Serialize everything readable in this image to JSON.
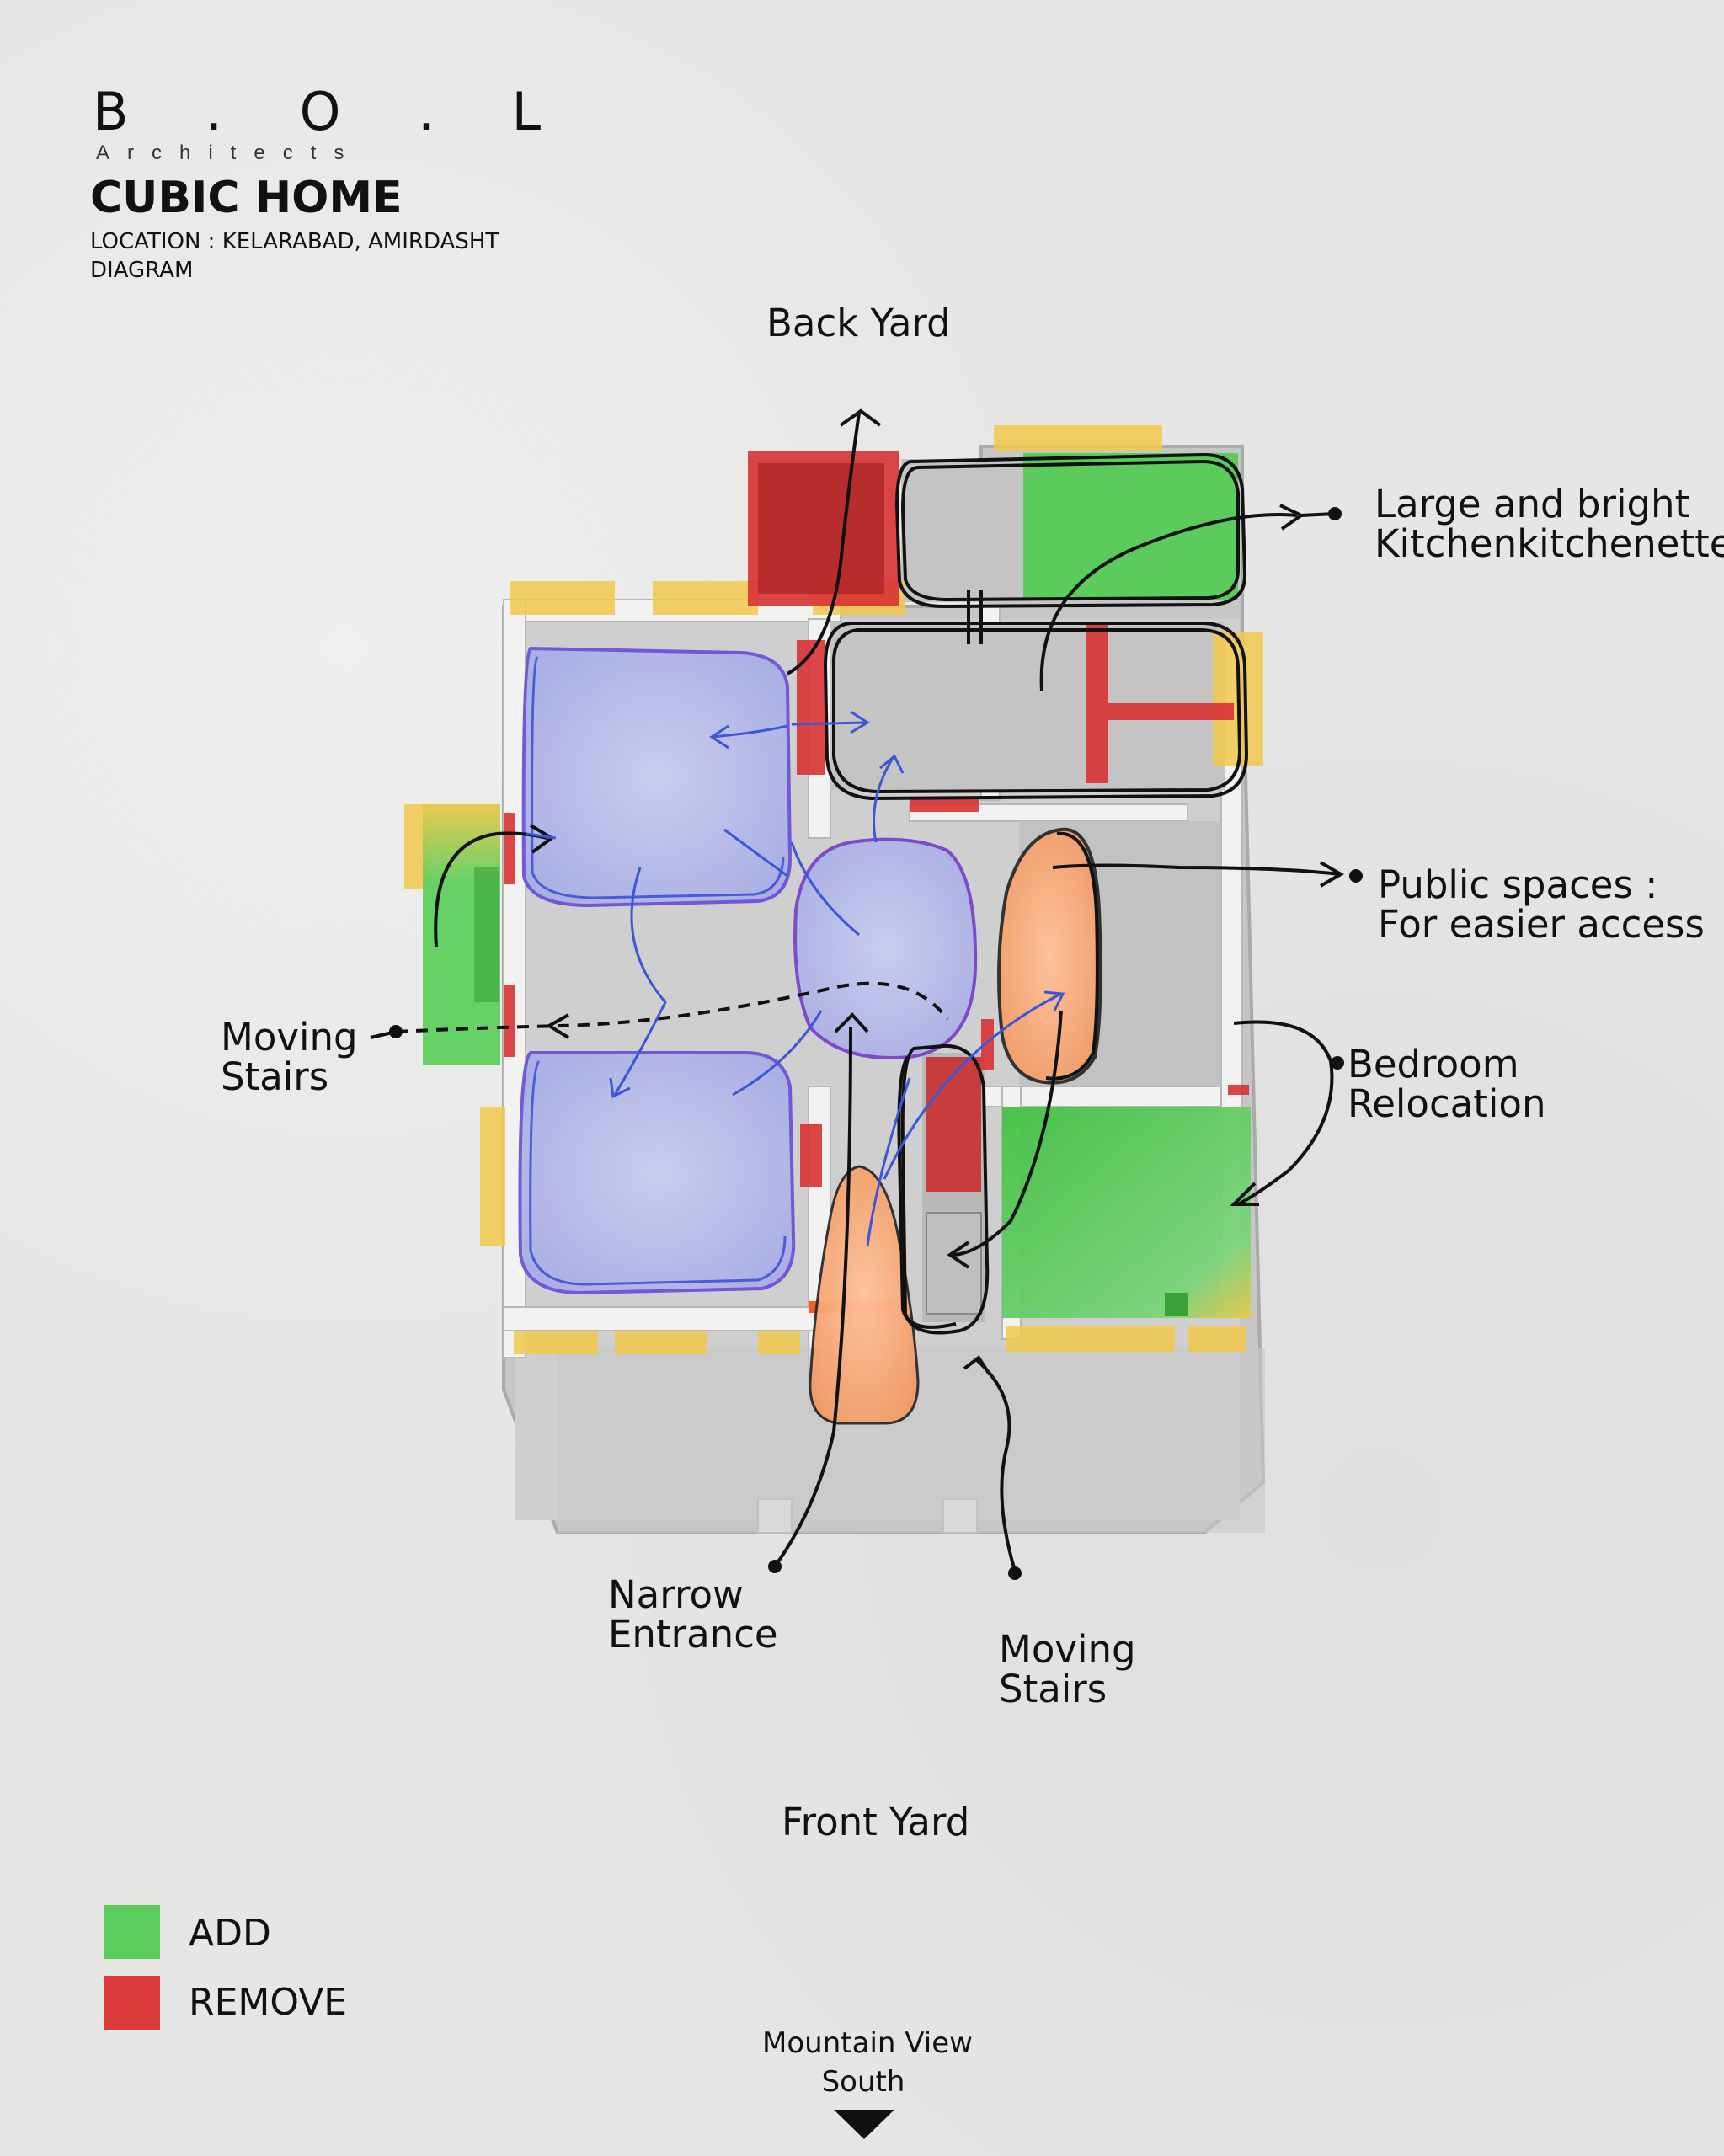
{
  "header": {
    "brand": "B . O . L",
    "brand_sub": "Architects",
    "project": "CUBIC HOME",
    "location": "LOCATION : KELARABAD, AMIRDASHT",
    "type": "DIAGRAM"
  },
  "labels": {
    "back_yard": "Back Yard",
    "front_yard": "Front Yard",
    "kitchen_line1": "Large and bright",
    "kitchen_line2": "Kitchenkitchenette",
    "public_line1": "Public spaces :",
    "public_line2": "For easier access",
    "bedroom_line1": "Bedroom",
    "bedroom_line2": "Relocation",
    "stairs_left_line1": "Moving",
    "stairs_left_line2": "Stairs",
    "entrance_line1": "Narrow",
    "entrance_line2": "Entrance",
    "stairs_bottom_line1": "Moving",
    "stairs_bottom_line2": "Stairs"
  },
  "legend": {
    "add_label": "ADD",
    "remove_label": "REMOVE",
    "add_color": "#5ccc5c",
    "remove_color": "#dd3b3b"
  },
  "compass": {
    "line1": "Mountain View",
    "line2": "South",
    "icon": "triangle-down-icon"
  },
  "colors": {
    "add": "#5ccc5c",
    "remove": "#d93232",
    "highlight": "#f2c94c",
    "public_zone": "#f5a572",
    "private_zone": "#b9bff0"
  }
}
